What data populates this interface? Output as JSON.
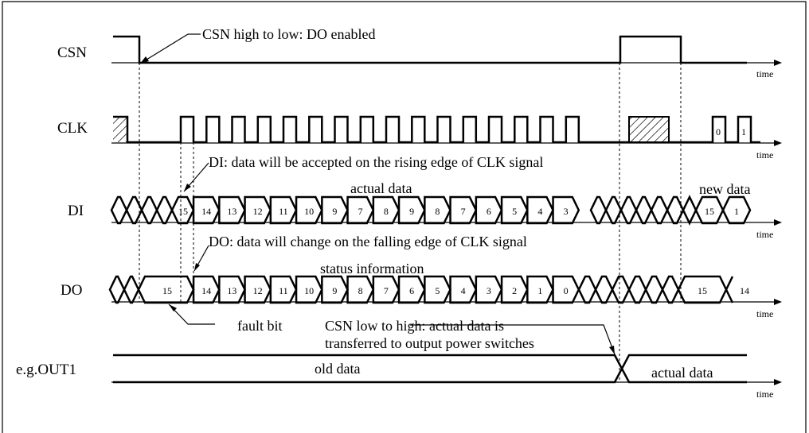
{
  "signals": {
    "csn": "CSN",
    "clk": "CLK",
    "di": "DI",
    "do": "DO",
    "out1": "e.g.OUT1"
  },
  "time_label": "time",
  "annotations": {
    "csn_high_low": "CSN high to low: DO enabled",
    "di_note": "DI: data will be accepted on the rising edge of CLK signal",
    "do_note": "DO: data will change on the falling edge of CLK signal",
    "fault_bit": "fault bit",
    "csn_low_high_1": "CSN low to high: actual data is",
    "csn_low_high_2": "transferred to output power switches",
    "actual_data": "actual data",
    "new_data": "new data",
    "status_information": "status information",
    "old_data": "old data",
    "actual_data_out": "actual data"
  },
  "clk_extra_bits": [
    "0",
    "1"
  ],
  "di_bits": [
    "15",
    "14",
    "13",
    "12",
    "11",
    "10",
    "9",
    "7",
    "8",
    "9",
    "8",
    "7",
    "6",
    "5",
    "4",
    "3"
  ],
  "di_new_bits": [
    "15",
    "1"
  ],
  "do_bits": [
    "15",
    "14",
    "13",
    "12",
    "11",
    "10",
    "9",
    "8",
    "7",
    "6",
    "5",
    "4",
    "3",
    "2",
    "1",
    "0"
  ],
  "do_new_bits": [
    "15",
    "14"
  ]
}
